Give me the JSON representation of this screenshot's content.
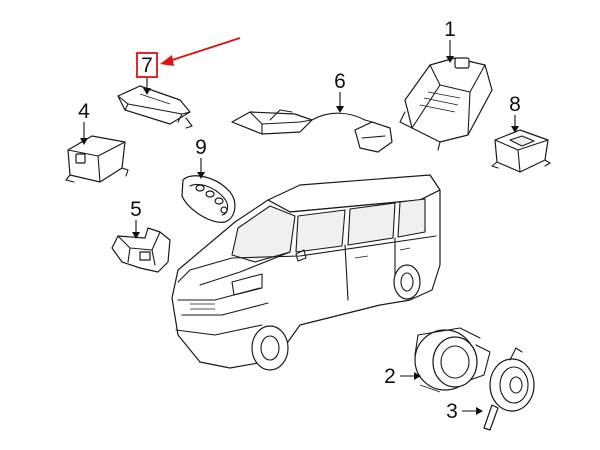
{
  "callouts": {
    "c1": "1",
    "c2": "2",
    "c3": "3",
    "c4": "4",
    "c5": "5",
    "c6": "6",
    "c7": "7",
    "c8": "8",
    "c9": "9"
  },
  "highlight": {
    "part": "7",
    "box_color": "#e01010",
    "arrow_color": "#e01010"
  }
}
